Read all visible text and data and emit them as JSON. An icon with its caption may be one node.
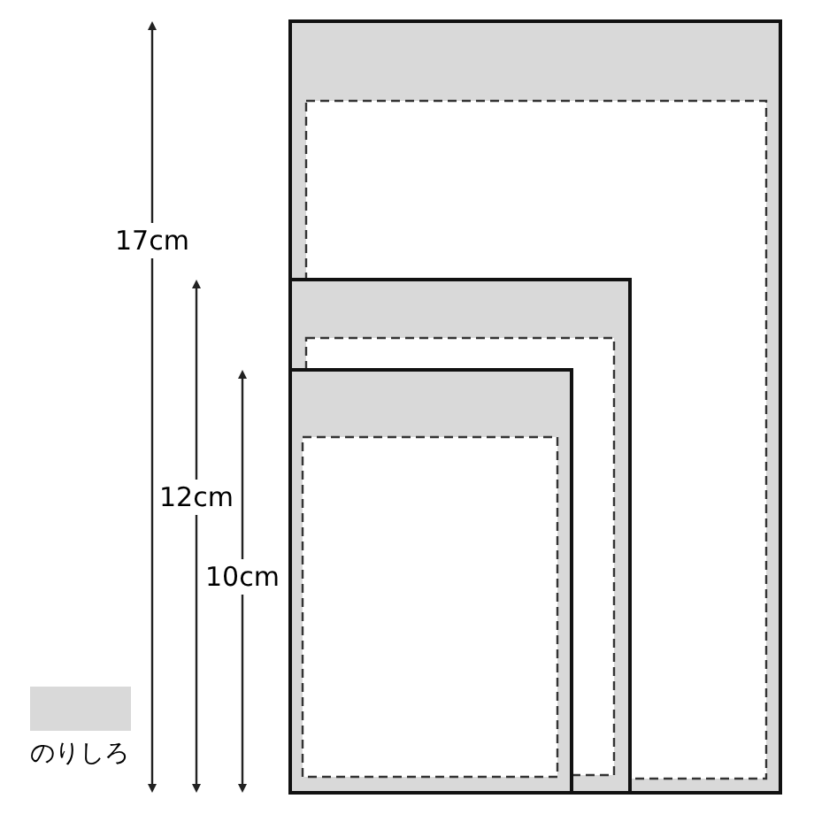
{
  "diagram": {
    "labels": [
      "17cm",
      "12cm",
      "10cm"
    ],
    "legend": [
      {
        "text": "のりしろ",
        "color": "#d9d9d9"
      }
    ]
  }
}
